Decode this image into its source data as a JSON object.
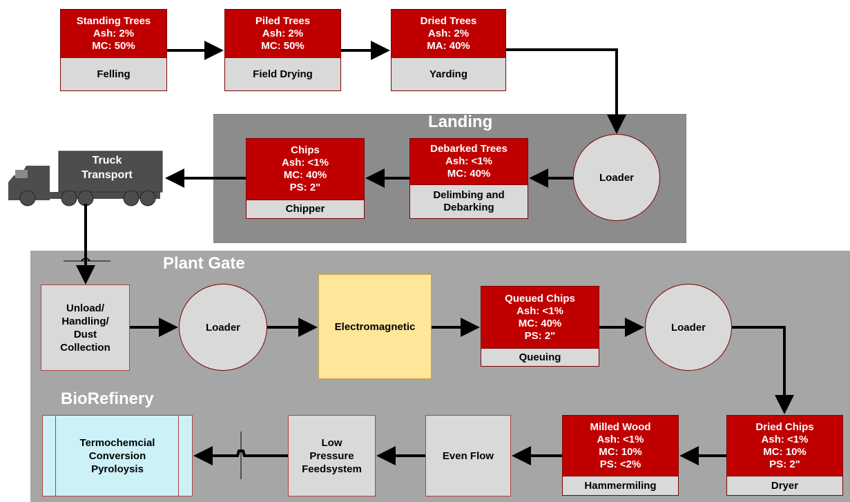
{
  "regions": {
    "landing": {
      "title": "Landing"
    },
    "plant_gate": {
      "title": "Plant Gate"
    },
    "biorefinery": {
      "title": "BioRefinery"
    }
  },
  "stages": {
    "felling": {
      "lines": [
        "Standing Trees",
        "Ash: 2%",
        "MC: 50%"
      ],
      "process": [
        "Felling"
      ]
    },
    "field_drying": {
      "lines": [
        "Piled Trees",
        "Ash: 2%",
        "MC: 50%"
      ],
      "process": [
        "Field Drying"
      ]
    },
    "yarding": {
      "lines": [
        "Dried Trees",
        "Ash: 2%",
        "MA: 40%"
      ],
      "process": [
        "Yarding"
      ]
    },
    "debarking": {
      "lines": [
        "Debarked Trees",
        "Ash: <1%",
        "MC: 40%"
      ],
      "process": [
        "Delimbing and",
        "Debarking"
      ]
    },
    "chipper": {
      "lines": [
        "Chips",
        "Ash: <1%",
        "MC: 40%",
        "PS: 2\""
      ],
      "process": [
        "Chipper"
      ]
    },
    "queuing": {
      "lines": [
        "Queued Chips",
        "Ash: <1%",
        "MC: 40%",
        "PS: 2\""
      ],
      "process": [
        "Queuing"
      ]
    },
    "dryer": {
      "lines": [
        "Dried Chips",
        "Ash: <1%",
        "MC: 10%",
        "PS: 2\""
      ],
      "process": [
        "Dryer"
      ]
    },
    "hammermilling": {
      "lines": [
        "Milled Wood",
        "Ash: <1%",
        "MC: 10%",
        "PS: <2%"
      ],
      "process": [
        "Hammermiling"
      ]
    }
  },
  "circles": {
    "landing_loader": "Loader",
    "plant_loader_1": "Loader",
    "plant_loader_2": "Loader"
  },
  "boxes": {
    "unload": [
      "Unload/",
      "Handling/",
      "Dust",
      "Collection"
    ],
    "electromagnetic": [
      "Electromagnetic"
    ],
    "even_flow": [
      "Even Flow"
    ],
    "feedsystem": [
      "Low",
      "Pressure",
      "Feedsystem"
    ],
    "pyrolysis": [
      "Termochemcial",
      "Conversion",
      "Pyroloysis"
    ]
  },
  "truck": {
    "label": [
      "Truck",
      "Transport"
    ]
  },
  "colors": {
    "stage_red": "#c00000",
    "stage_grey": "#d9d9d9",
    "landing_bg": "#8c8c8c",
    "plant_bg": "#a6a6a6",
    "electromagnetic_fill": "#ffe699",
    "pyrolysis_fill": "#ccf2f7",
    "truck_dark": "#4d4d4d"
  }
}
